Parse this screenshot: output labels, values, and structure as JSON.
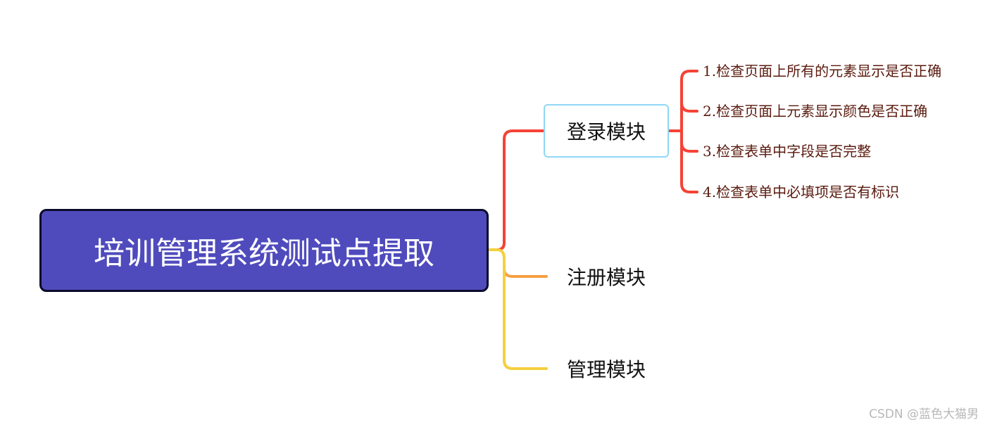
{
  "root": {
    "label": "培训管理系统测试点提取",
    "fill_color": "#4f4bbd",
    "border_color": "#0b0b2a",
    "text_color": "#ffffff"
  },
  "branches": [
    {
      "label": "登录模块",
      "line_color": "#f44336",
      "boxed": true,
      "box_border_color": "#8fd8f5",
      "children": [
        "1.检查页面上所有的元素显示是否正确",
        "2.检查页面上元素显示颜色是否正确",
        "3.检查表单中字段是否完整",
        "4.检查表单中必填项是否有标识"
      ]
    },
    {
      "label": "注册模块",
      "line_color": "#f5a043",
      "boxed": false,
      "children": []
    },
    {
      "label": "管理模块",
      "line_color": "#f4d03f",
      "boxed": false,
      "children": []
    }
  ],
  "leaf_line_color": "#f44336",
  "leaf_text_color": "#5a1a0e",
  "watermark": "CSDN @蓝色大猫男"
}
